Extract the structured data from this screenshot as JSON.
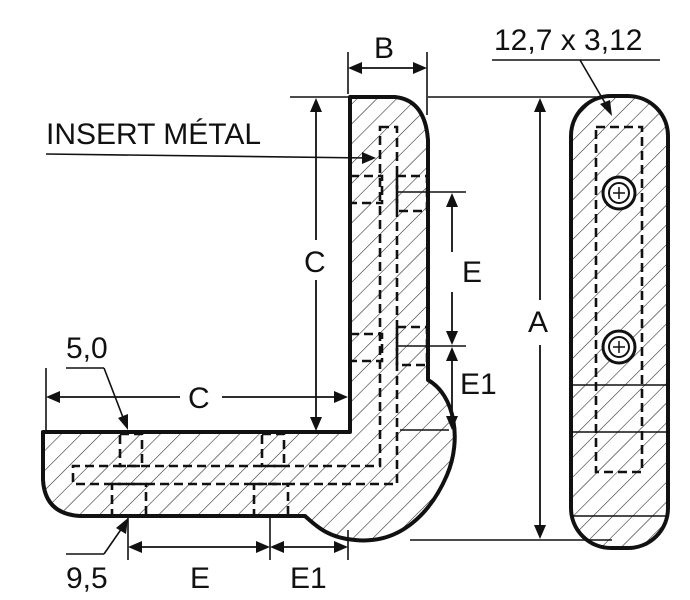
{
  "labels": {
    "insert": "INSERT MÉTAL",
    "section": "12,7 x 3,12",
    "B": "B",
    "C_vertical": "C",
    "C_horizontal": "C",
    "E_vertical": "E",
    "E1_vertical": "E1",
    "A": "A",
    "thickness": "5,0",
    "offset": "9,5",
    "E_horizontal": "E",
    "E1_horizontal": "E1"
  }
}
